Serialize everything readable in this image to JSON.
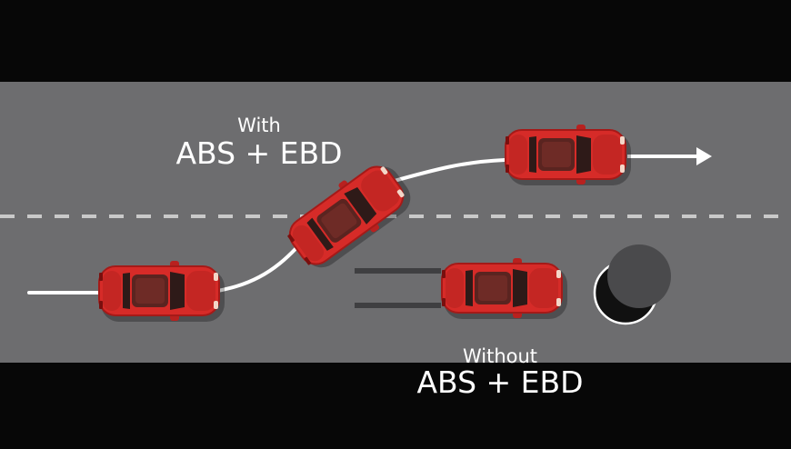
{
  "scenario_with": {
    "caption_small": "With",
    "caption_large": "ABS + EBD"
  },
  "scenario_without": {
    "caption_small": "Without",
    "caption_large": "ABS + EBD"
  },
  "colors": {
    "letterbox": "#070707",
    "road": "#6d6d6f",
    "lane_marking": "#c9c9c9",
    "path_line": "#ffffff",
    "car_body": "#d62b28",
    "car_body_dark": "#a51a18",
    "car_roof": "#5a2420",
    "skid_marks": "#3f3f41",
    "obstacle": "#4a4a4c"
  },
  "icons": [
    "car-icon",
    "arrow-right-icon",
    "obstacle-icon"
  ]
}
